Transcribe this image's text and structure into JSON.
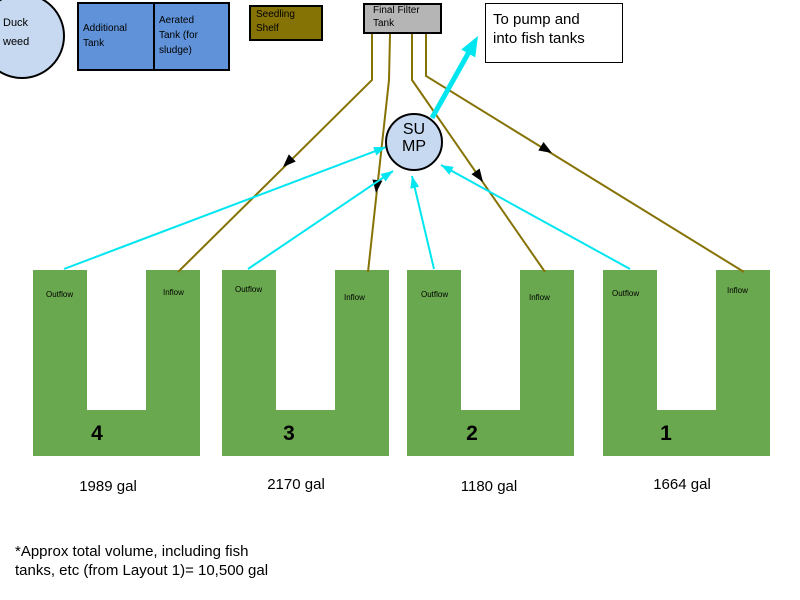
{
  "palette": {
    "tank_green": "#6aa84f",
    "box_blue": "#5f92d8",
    "light_blue": "#c6d9f0",
    "filter_gray": "#b5b5b5",
    "dark_yellow": "#867306",
    "cyan": "#00e6f0",
    "ink": "#000000"
  },
  "legend": {
    "duckweed": {
      "lines": [
        "Duck",
        "weed"
      ]
    },
    "additional_tank": {
      "lines": [
        "Additional",
        "Tank"
      ]
    },
    "aerated_tank": {
      "lines": [
        "Aerated",
        "Tank (for",
        "sludge)"
      ]
    },
    "seedling_shelf": {
      "lines": [
        "Seedling",
        "Shelf"
      ]
    },
    "final_filter_tank": {
      "lines": [
        "Final Filter",
        "Tank"
      ]
    }
  },
  "pump_note": {
    "lines": [
      "To pump and",
      "into fish tanks"
    ]
  },
  "sump": {
    "lines": [
      "SU",
      "MP"
    ]
  },
  "tanks": [
    {
      "number": "4",
      "outflow_label": "Outflow",
      "inflow_label": "Inflow",
      "volume": "1989 gal"
    },
    {
      "number": "3",
      "outflow_label": "Outflow",
      "inflow_label": "Inflow",
      "volume": "2170 gal"
    },
    {
      "number": "2",
      "outflow_label": "Outflow",
      "inflow_label": "Inflow",
      "volume": "1180 gal"
    },
    {
      "number": "1",
      "outflow_label": "Outflow",
      "inflow_label": "Inflow",
      "volume": "1664 gal"
    }
  ],
  "footnote": {
    "lines": [
      "*Approx total volume, including fish",
      "tanks, etc (from Layout 1)= 10,500 gal"
    ]
  }
}
